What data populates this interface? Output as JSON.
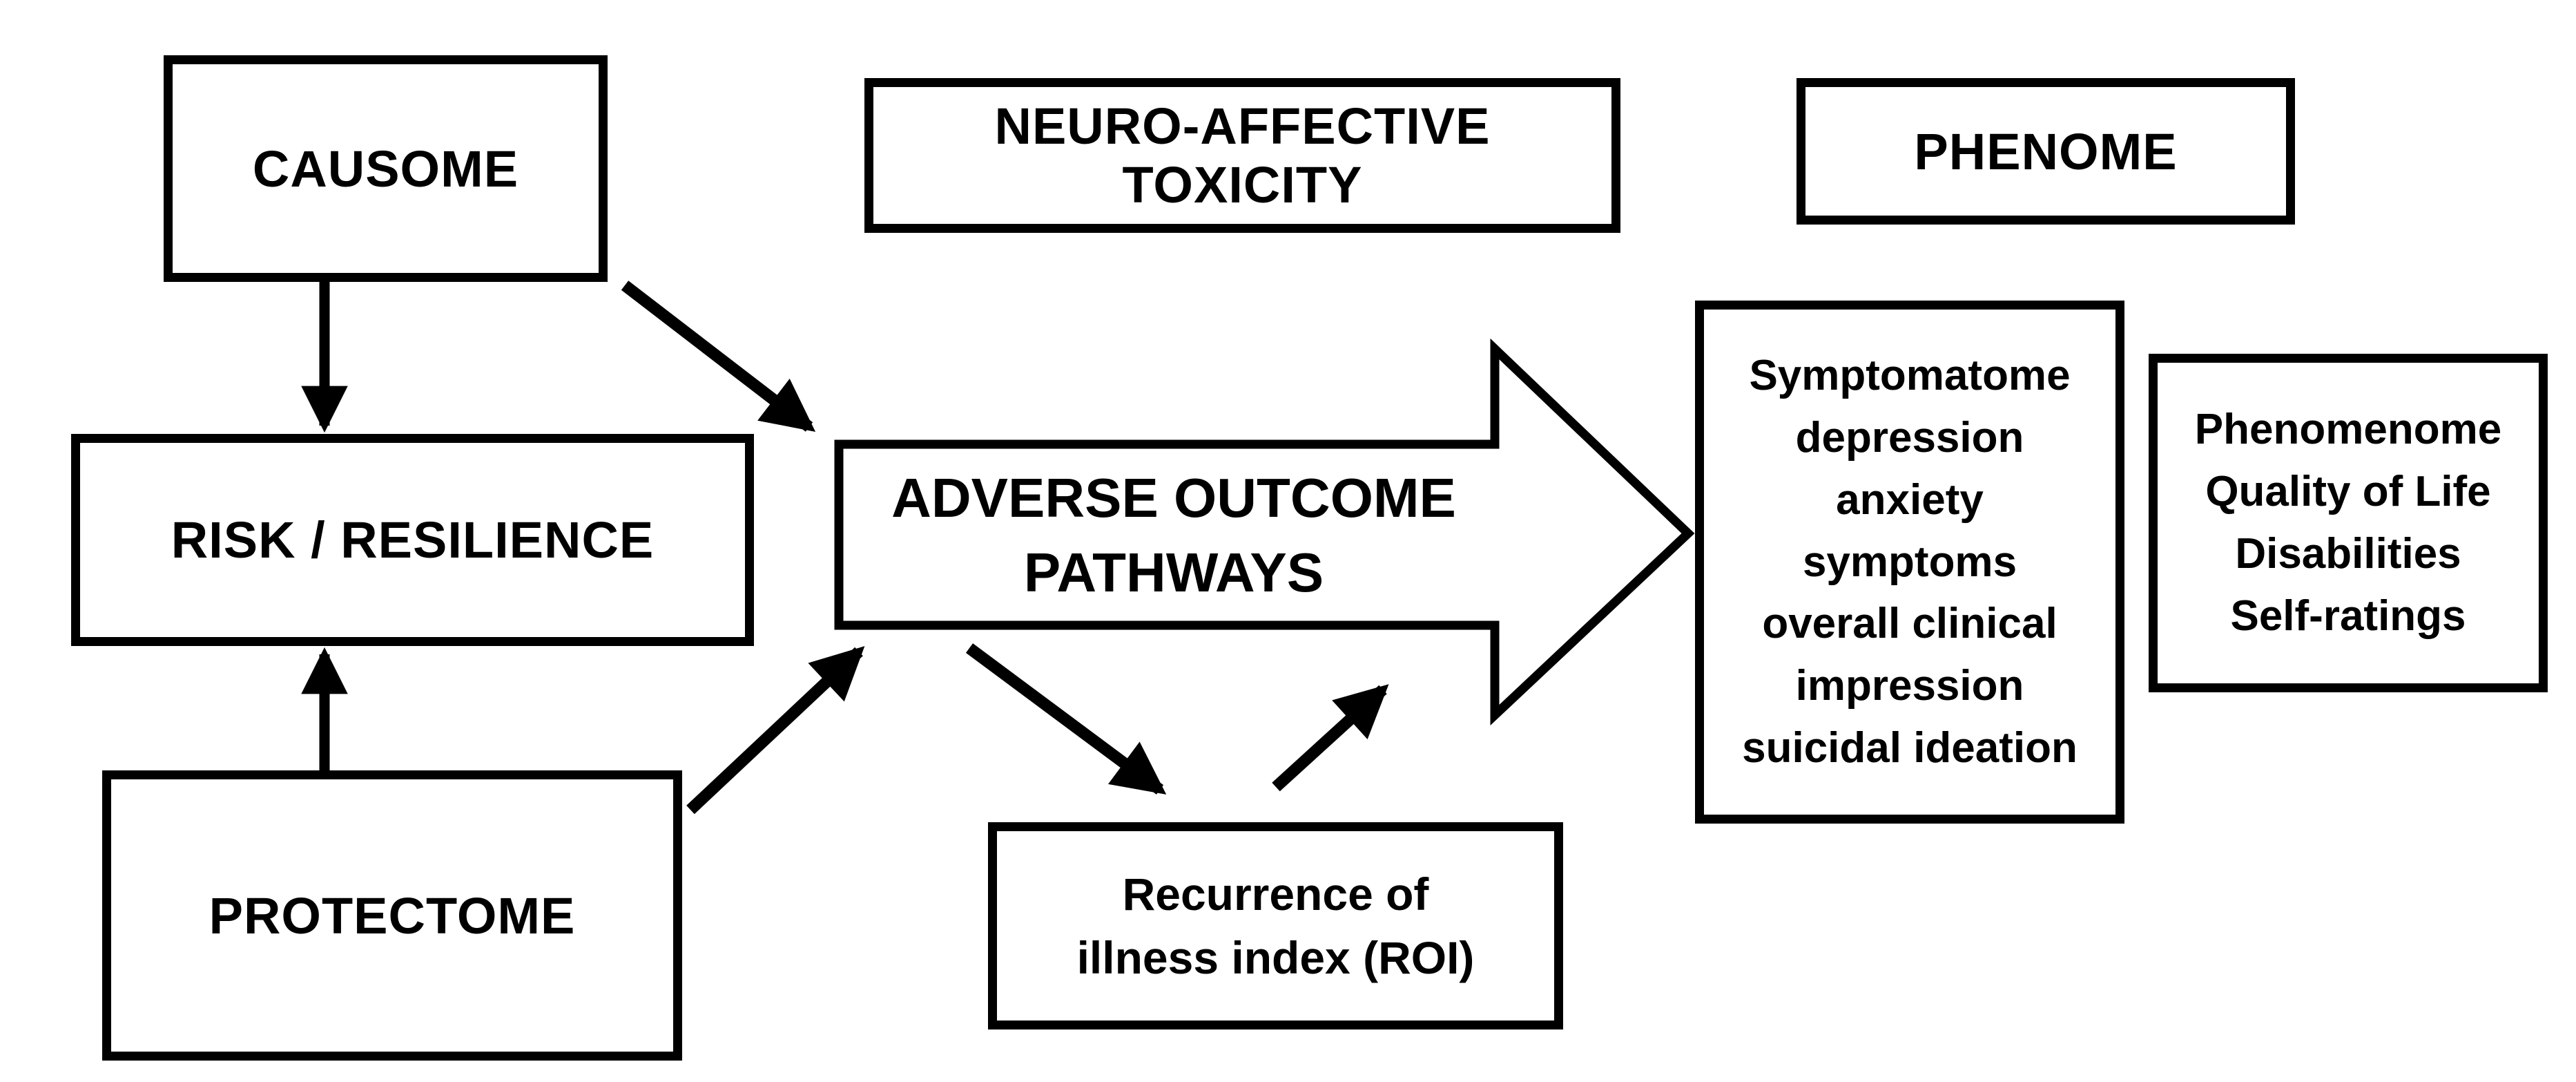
{
  "diagram": {
    "background_color": "#ffffff",
    "line_color": "#000000",
    "box_fill_color": "#ffffff",
    "boxes": {
      "causome": {
        "label": "CAUSOME"
      },
      "neuro_affective_toxicity": {
        "label": "NEURO-AFFECTIVE TOXICITY"
      },
      "phenome": {
        "label": "PHENOME"
      },
      "risk_resilience": {
        "label": "RISK / RESILIENCE"
      },
      "protectome": {
        "label": "PROTECTOME"
      },
      "adverse_outcome_pathways": {
        "line1": "ADVERSE OUTCOME",
        "line2": "PATHWAYS"
      },
      "recurrence_of_illness": {
        "line1": "Recurrence of",
        "line2": "illness index (ROI)"
      },
      "symptomatome": {
        "lines": [
          "Symptomatome",
          "depression",
          "anxiety",
          "symptoms",
          "overall clinical",
          "impression",
          "suicidal ideation"
        ]
      },
      "phenomenome": {
        "lines": [
          "Phenomenome",
          "Quality of Life",
          "Disabilities",
          "Self-ratings"
        ]
      }
    },
    "connections": [
      {
        "from": "causome",
        "to": "risk_resilience",
        "style": "straight-down"
      },
      {
        "from": "causome",
        "to": "adverse_outcome_pathways",
        "style": "diagonal-down-right"
      },
      {
        "from": "protectome",
        "to": "risk_resilience",
        "style": "straight-up"
      },
      {
        "from": "protectome",
        "to": "adverse_outcome_pathways",
        "style": "diagonal-up-right"
      },
      {
        "from": "adverse_outcome_pathways",
        "to": "recurrence_of_illness",
        "style": "diagonal-down-right"
      },
      {
        "from": "recurrence_of_illness",
        "to": "adverse_outcome_pathways",
        "style": "diagonal-up-right"
      },
      {
        "from": "adverse_outcome_pathways",
        "to": "symptomatome",
        "style": "big-block-arrow"
      }
    ]
  }
}
